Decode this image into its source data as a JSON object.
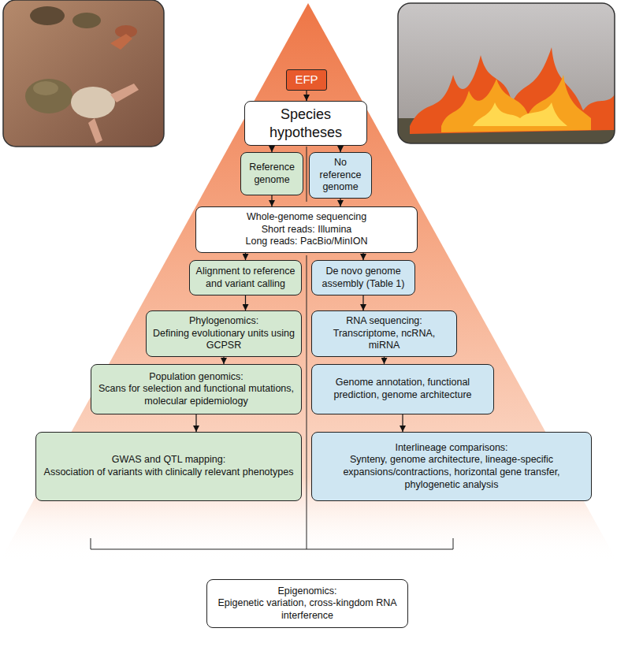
{
  "diagram": {
    "nodes": [
      {
        "text": [
          "EFP"
        ]
      },
      {
        "text": [
          "Species hypotheses"
        ]
      },
      {
        "text": [
          "Reference genome"
        ]
      },
      {
        "text": [
          "No reference genome"
        ]
      },
      {
        "text": [
          "Whole-genome sequencing",
          "Short reads: Illumina",
          "Long reads: PacBio/MinION"
        ]
      },
      {
        "text": [
          "Alignment to reference and variant calling"
        ]
      },
      {
        "text": [
          "De novo genome assembly (Table 1)"
        ]
      },
      {
        "text": [
          "Phylogenomics:",
          "Defining evolutionary units using GCPSR"
        ]
      },
      {
        "text": [
          "RNA sequencing:",
          "Transcriptome, ncRNA, miRNA"
        ]
      },
      {
        "text": [
          "Population genomics:",
          "Scans for selection and functional mutations, molecular epidemiology"
        ]
      },
      {
        "text": [
          "Genome annotation, functional prediction, genome architecture"
        ]
      },
      {
        "text": [
          "GWAS and QTL mapping:",
          "Association of variants with clinically relevant phenotypes"
        ]
      },
      {
        "text": [
          "Interlineage comparisons:",
          "Synteny, genome architecture, lineage-specific expansions/contractions, horizontal gene transfer, phylogenetic analysis"
        ]
      },
      {
        "text": [
          "Epigenomics:",
          "Epigenetic variation, cross-kingdom RNA interference"
        ]
      }
    ],
    "edges": [
      {
        "from": 0,
        "to": 1,
        "arrow": "to"
      },
      {
        "from": 1,
        "to": 2,
        "arrow": "to"
      },
      {
        "from": 1,
        "to": 3,
        "arrow": "to"
      },
      {
        "from": 2,
        "to": 4,
        "arrow": "to"
      },
      {
        "from": 3,
        "to": 4,
        "arrow": "to"
      },
      {
        "from": 4,
        "to": 5,
        "arrow": "to"
      },
      {
        "from": 4,
        "to": 6,
        "arrow": "to"
      },
      {
        "from": 5,
        "to": 7,
        "arrow": "to"
      },
      {
        "from": 7,
        "to": 9,
        "arrow": "to"
      },
      {
        "from": 9,
        "to": 11,
        "arrow": "to"
      },
      {
        "from": 6,
        "to": 8,
        "arrow": "to"
      },
      {
        "from": 8,
        "to": 10,
        "arrow": "to"
      },
      {
        "from": 10,
        "to": 12,
        "arrow": "to"
      }
    ]
  }
}
